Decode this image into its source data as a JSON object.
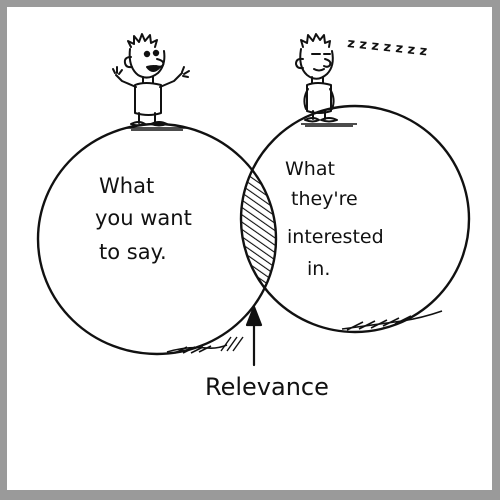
{
  "diagram": {
    "left_circle": {
      "lines": [
        "What",
        "you want",
        "to say."
      ]
    },
    "right_circle": {
      "lines": [
        "What",
        "they're",
        "interested",
        "in."
      ]
    },
    "caption": "Relevance",
    "snore": "z z z z z z z"
  },
  "colors": {
    "ink": "#111111",
    "frame": "#9a9a9a",
    "paper": "#ffffff"
  }
}
